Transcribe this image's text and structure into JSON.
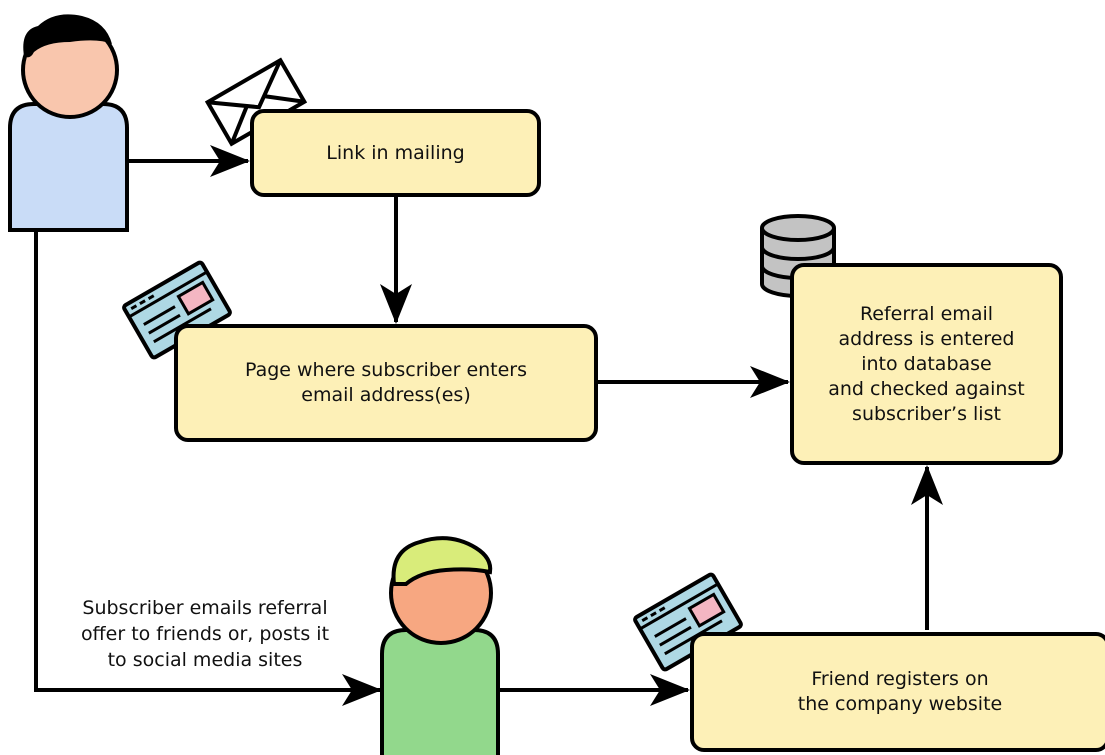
{
  "boxes": {
    "link": "Link in mailing",
    "page": "Page where subscriber enters\nemail address(es)",
    "referral": "Referral email\naddress is entered\ninto database\nand checked against\nsubscriber’s list",
    "friend": "Friend registers on\nthe company website"
  },
  "caption": "Subscriber emails referral\noffer to friends or, posts it\nto social media sites",
  "icons": [
    "person-icon",
    "envelope-icon",
    "webpage-icon",
    "database-icon"
  ],
  "colors": {
    "box_fill": "#fdf0b7",
    "subscriber_body": "#c9dcf7",
    "friend_body": "#92d88c",
    "skin_subscriber": "#f9c6ad",
    "skin_friend": "#f7a781",
    "friend_hair": "#d9ec7a",
    "webpage": "#aed8e4",
    "webpage_accent": "#f4b6c2",
    "database": "#c3c3c3"
  }
}
